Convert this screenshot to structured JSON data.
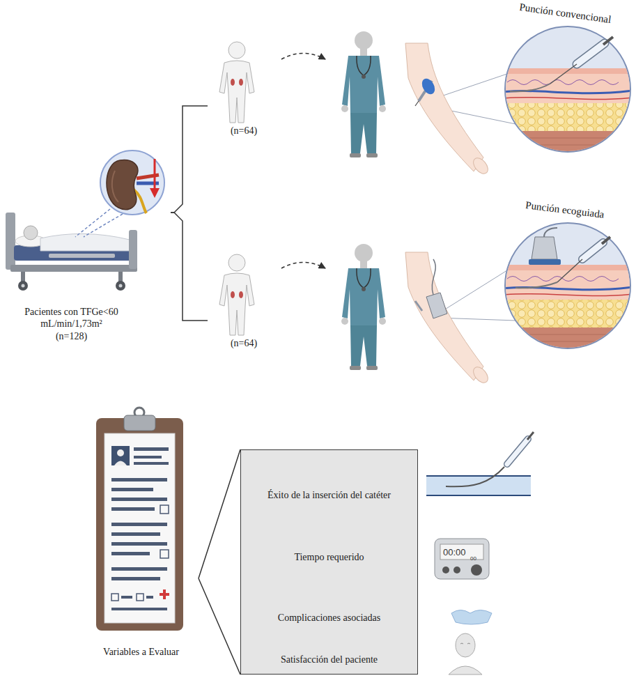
{
  "diagram": {
    "nodes": [
      {
        "text": [
          "Pacientes con TFGe<60 mL/min/1,73m²",
          "(n=128)"
        ]
      },
      {
        "text": [
          "(n=64)"
        ]
      },
      {
        "text": [
          "Punción convencional"
        ]
      },
      {
        "text": [
          "(n=64)"
        ]
      },
      {
        "text": [
          "Punción ecoguiada"
        ]
      },
      {
        "text": [
          "Variables a Evaluar"
        ]
      },
      {
        "text": [
          "Éxito de la inserción del catéter",
          "Tiempo requerido",
          "Complicaciones asociadas",
          "Satisfacción del paciente"
        ]
      }
    ],
    "edges": [
      {
        "from": 0,
        "to": 1,
        "arrow": "none"
      },
      {
        "from": 1,
        "to": 2,
        "arrow": "to"
      },
      {
        "from": 0,
        "to": 3,
        "arrow": "none"
      },
      {
        "from": 3,
        "to": 4,
        "arrow": "to"
      },
      {
        "from": 5,
        "to": 6,
        "arrow": "none"
      }
    ],
    "labels": [
      "00:00",
      "00"
    ]
  }
}
